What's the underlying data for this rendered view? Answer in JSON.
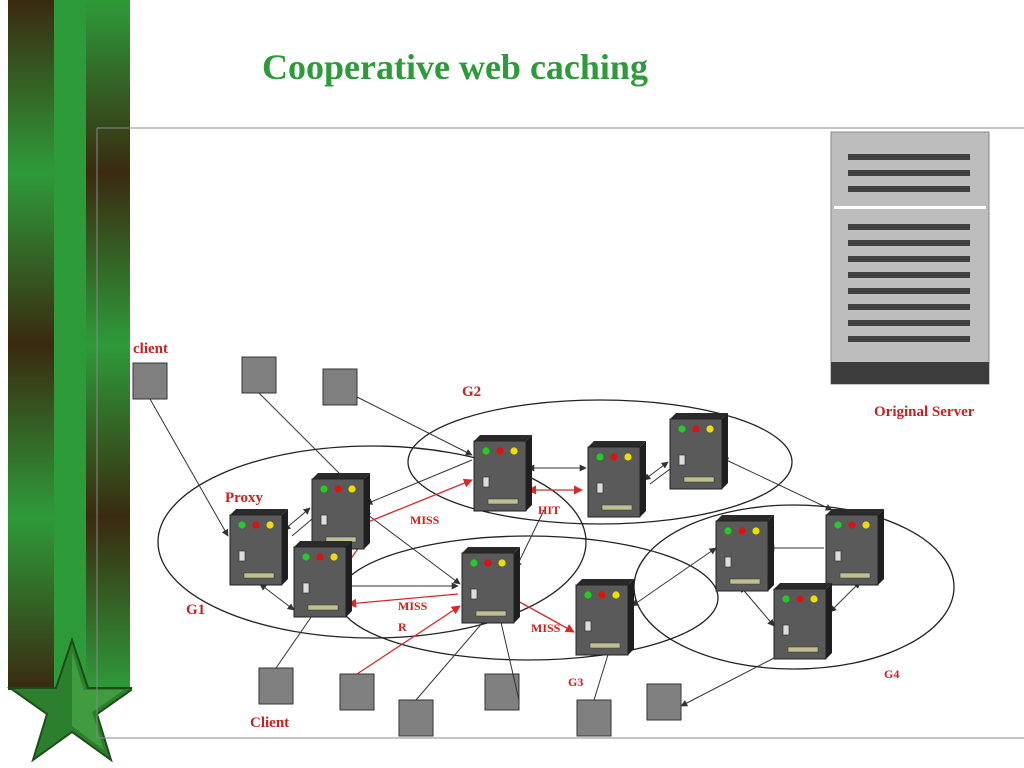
{
  "title": "Cooperative web caching",
  "labels": {
    "client_top": "client",
    "client_bottom": "Client",
    "proxy": "Proxy",
    "original_server": "Original Server",
    "miss_1": "MISS",
    "miss_2": "MISS",
    "miss_3": "MISS",
    "hit": "HIT",
    "r": "R"
  },
  "groups": [
    "G1",
    "G2",
    "G3",
    "G4"
  ],
  "colors": {
    "title": "#2e9b3a",
    "label_red": "#cc1f1f",
    "server_body": "#5a5a5a",
    "led_green": "#22cc22",
    "led_red": "#dd1111",
    "led_yellow": "#eedd00",
    "client_box": "#808080",
    "sidebar_green": "#2e9b3a",
    "sidebar_dark": "#3a2a10"
  }
}
